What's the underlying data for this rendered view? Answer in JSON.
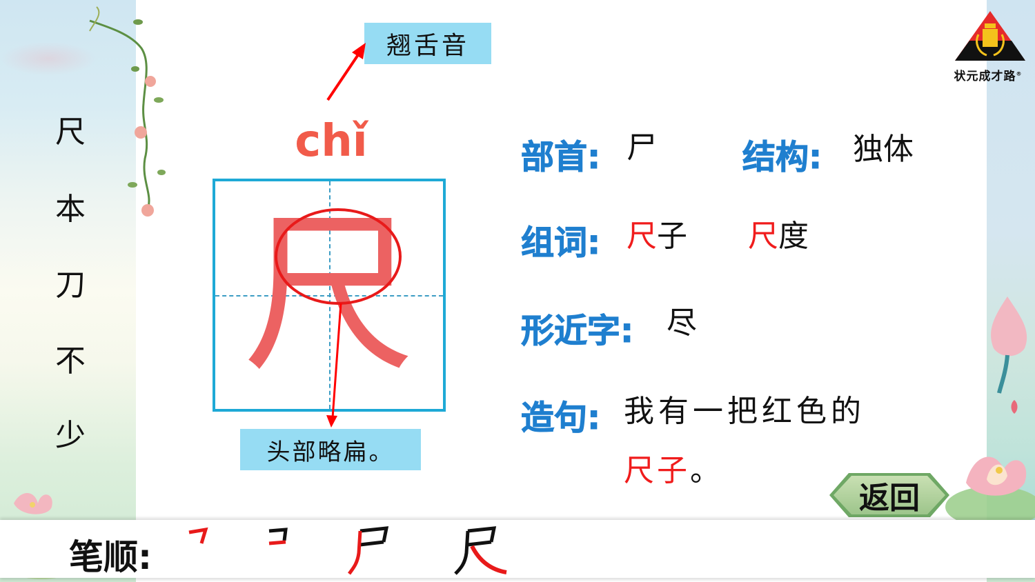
{
  "sidebar": {
    "characters": [
      "尺",
      "本",
      "刀",
      "不",
      "少"
    ]
  },
  "logo": {
    "name": "状元成才路",
    "registered_mark": "®"
  },
  "character": {
    "glyph": "尺",
    "pinyin": "chǐ",
    "pronunciation_tag": "翘舌音",
    "writing_tip": "头部略扁。"
  },
  "info": {
    "radical": {
      "label": "部首:",
      "value": "尸"
    },
    "structure": {
      "label": "结构:",
      "value": "独体"
    },
    "words": {
      "label": "组词:",
      "items": [
        {
          "highlight": "尺",
          "rest": "子"
        },
        {
          "highlight": "尺",
          "rest": "度"
        }
      ]
    },
    "similar": {
      "label": "形近字:",
      "value": "尽"
    },
    "sentence": {
      "label": "造句:",
      "line1": "我有一把红色的",
      "highlight": "尺子",
      "end": "。"
    }
  },
  "stroke_order": {
    "label": "笔顺:",
    "steps": [
      "㇆",
      "コ",
      "尸",
      "尺"
    ]
  },
  "buttons": {
    "back": "返回"
  },
  "colors": {
    "label_blue": "#1f7fcf",
    "highlight_red": "#f01c1c",
    "pinyin_red": "#f15b4a",
    "tag_bg": "#96dcf3",
    "grid_border": "#1ea9d6",
    "glyph_pink": "#ec6262"
  }
}
